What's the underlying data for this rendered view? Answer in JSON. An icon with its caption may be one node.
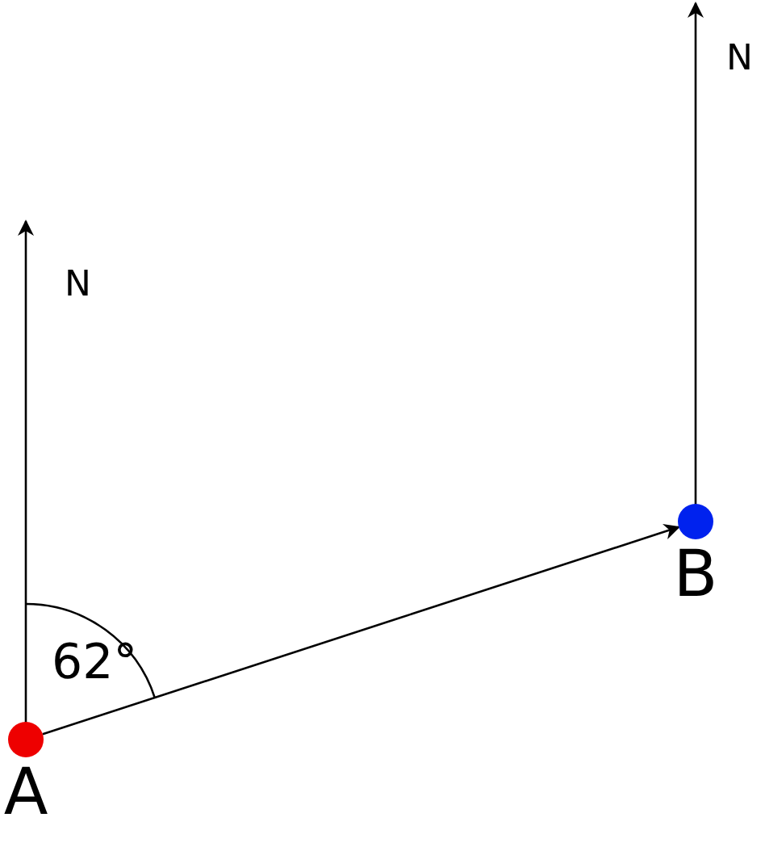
{
  "diagram": {
    "nodes": [
      {
        "text": [
          "A"
        ]
      },
      {
        "text": [
          "B"
        ]
      }
    ],
    "edges": [
      {
        "from": 0,
        "to": 1,
        "arrow": "to"
      }
    ],
    "labels": [
      "N",
      "N",
      "62°"
    ]
  }
}
